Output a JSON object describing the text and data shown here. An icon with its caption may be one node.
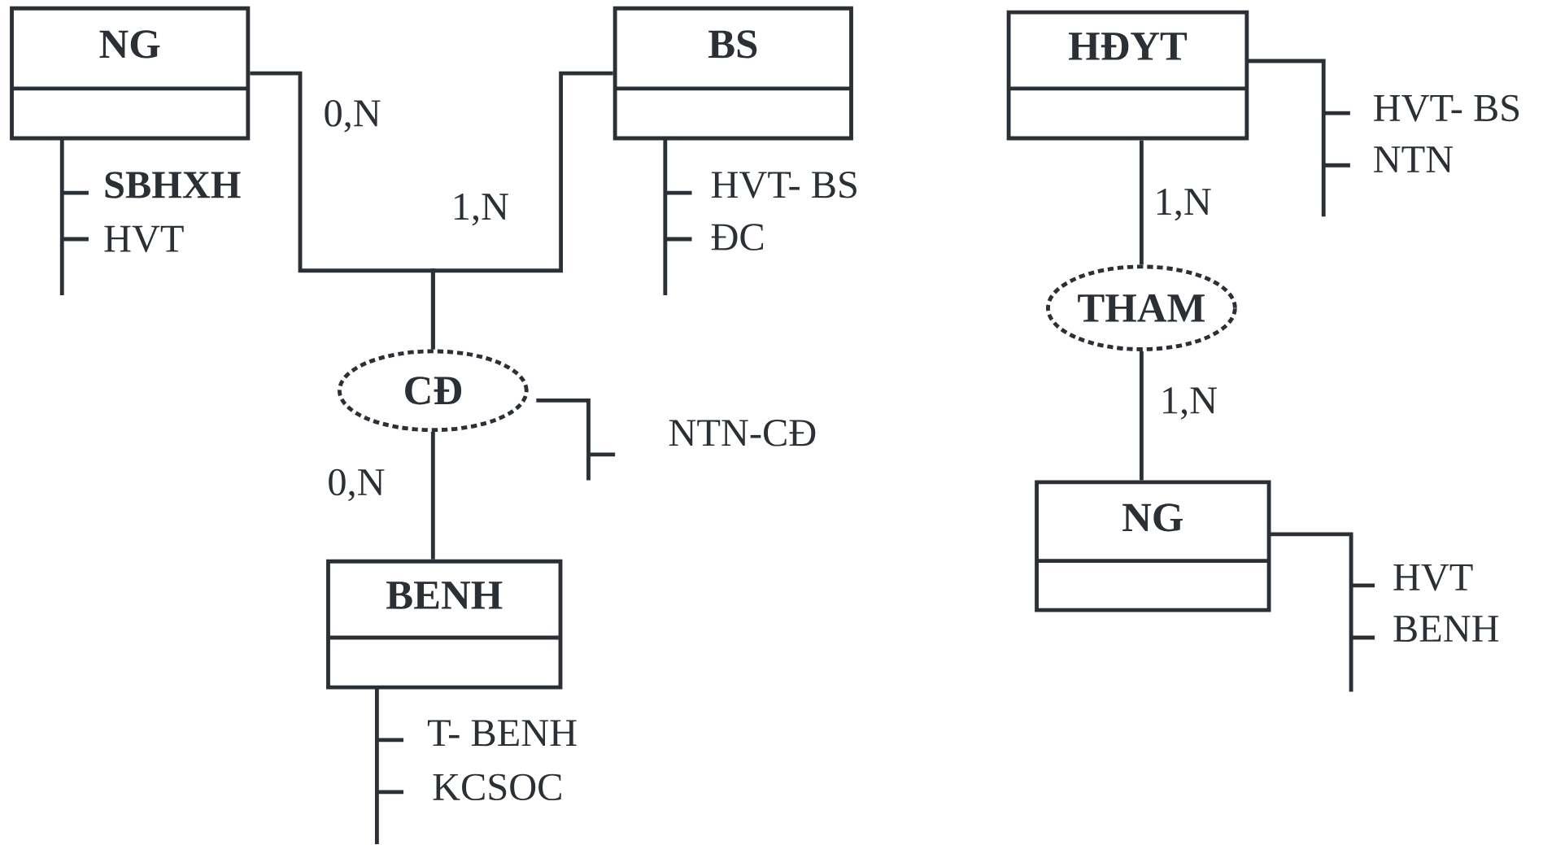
{
  "diagram": {
    "nodes": [
      {
        "text": [
          "NG"
        ],
        "beside": [
          "SBHXH",
          "HVT"
        ]
      },
      {
        "text": [
          "BS"
        ],
        "beside": [
          "HVT- BS",
          "ĐC"
        ]
      },
      {
        "text": [
          "CĐ"
        ],
        "beside": [
          "NTN-CĐ"
        ]
      },
      {
        "text": [
          "BENH"
        ],
        "beside": [
          "T- BENH",
          "KCSOC"
        ]
      },
      {
        "text": [
          "HĐYT"
        ],
        "beside": [
          "HVT- BS",
          "NTN"
        ]
      },
      {
        "text": [
          "THAM"
        ]
      },
      {
        "text": [
          "NG"
        ],
        "beside": [
          "HVT",
          "BENH"
        ]
      }
    ],
    "edges": [
      {
        "from": 0,
        "to": 2,
        "arrow": "none",
        "label": "0,N"
      },
      {
        "from": 1,
        "to": 2,
        "arrow": "none",
        "label": "1,N"
      },
      {
        "from": 2,
        "to": 3,
        "arrow": "none",
        "label": "0,N"
      },
      {
        "from": 4,
        "to": 5,
        "arrow": "none",
        "label": "1,N"
      },
      {
        "from": 5,
        "to": 6,
        "arrow": "none",
        "label": "1,N"
      }
    ]
  }
}
